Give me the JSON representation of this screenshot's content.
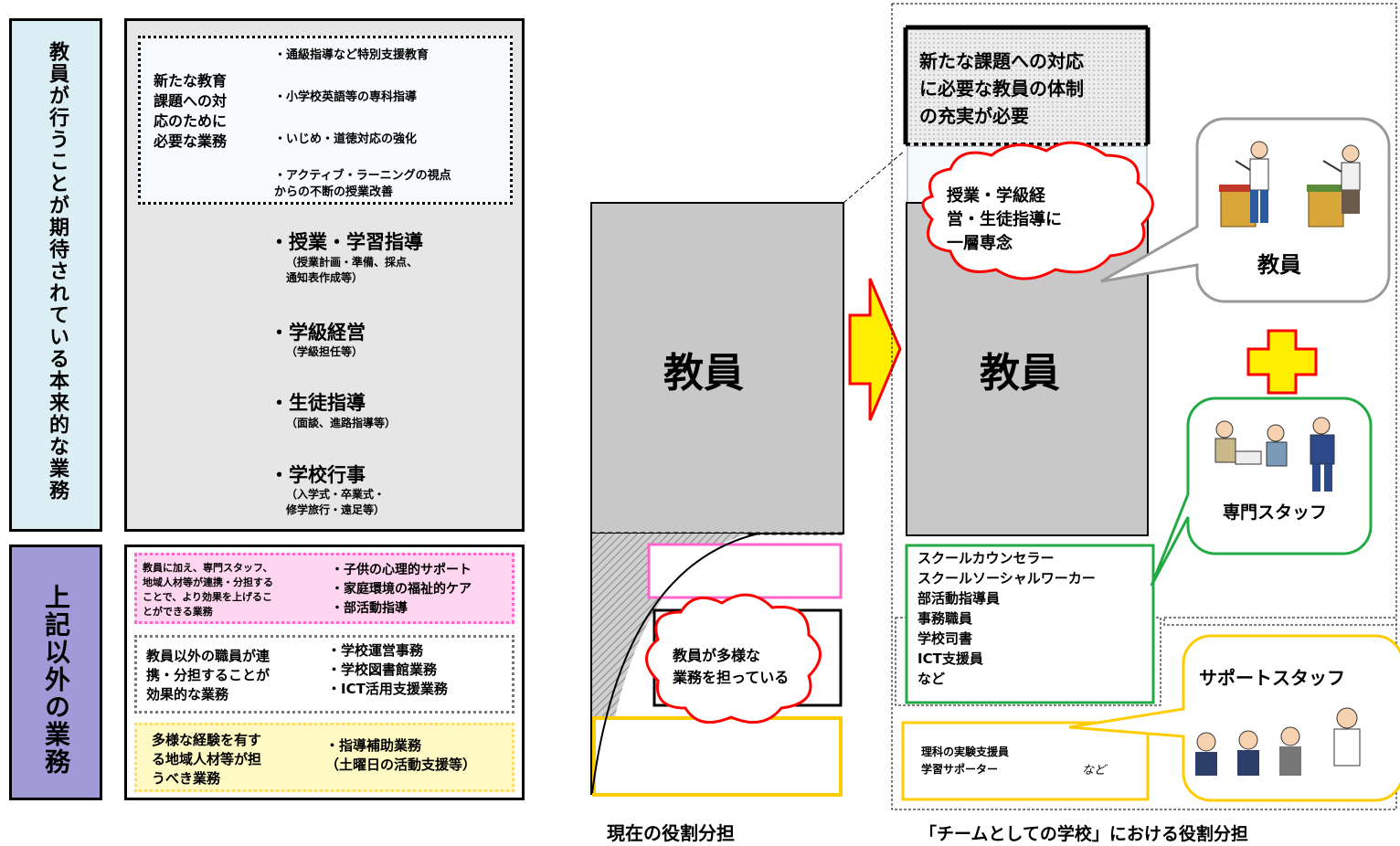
{
  "left_labels": {
    "top": "教員が行うことが期待されている本来的な業務",
    "bottom": "上記以外の業務"
  },
  "new_tasks": {
    "heading": "新たな教育\n課題への対\n応のために\n必要な業務",
    "items": [
      "・通級指導など特別支援教育",
      "・小学校英語等の専科指導",
      "・いじめ・道徳対応の強化",
      "・アクティブ・ラーニングの視点\n  からの不断の授業改善"
    ]
  },
  "core_tasks": [
    {
      "title": "・授業・学習指導",
      "sub": "（授業計画・準備、採点、\n  通知表作成等）"
    },
    {
      "title": "・学級経営",
      "sub": "（学級担任等）"
    },
    {
      "title": "・生徒指導",
      "sub": "（面談、進路指導等）"
    },
    {
      "title": "・学校行事",
      "sub": "（入学式・卒業式・\n  修学旅行・遠足等）"
    }
  ],
  "other_tasks": [
    {
      "desc": "教員に加え、専門スタッフ、\n地域人材等が連携・分担する\nことで、より効果を上げるこ\nとができる業務",
      "items": "・子供の心理的サポート\n・家庭環境の福祉的ケア\n・部活動指導"
    },
    {
      "desc": "教員以外の職員が連\n携・分担することが\n効果的な業務",
      "items": "・学校運営事務\n・学校図書館業務\n・ICT活用支援業務"
    },
    {
      "desc": "多様な経験を有す\nる地域人材等が担\nうべき業務",
      "items": "・指導補助業務\n  （土曜日の活動支援等）"
    }
  ],
  "current": {
    "teacher_label": "教員",
    "cloud_text": "教員が多様な\n業務を担っている",
    "caption": "現在の役割分担"
  },
  "future": {
    "top_text": "新たな課題への対応\nに必要な教員の体制\nの充実が必要",
    "cloud_text": "授業・学級経\n営・生徒指導に\n一層専念",
    "teacher_label": "教員",
    "staff_list": "スクールカウンセラー\nスクールソーシャルワーカー\n部活動指導員\n事務職員\n学校司書\nICT支援員\nなど",
    "support_list": "理科の実験支援員\n学習サポーター",
    "support_etc": "など",
    "caption": "「チームとしての学校」における役割分担"
  },
  "bubbles": {
    "teacher": "教員",
    "specialist": "専門スタッフ",
    "support": "サポートスタッフ"
  },
  "colors": {
    "label_top_bg": "#dbeef4",
    "label_bottom_bg": "#a09ad8",
    "gray_box": "#e6e6e6",
    "teacher_gray": "#c8c8c8",
    "pink": "#ff66cc",
    "yellow": "#ffd966",
    "green": "#22aa44",
    "red": "#ff0000",
    "arrow_yellow": "#ffee00"
  }
}
